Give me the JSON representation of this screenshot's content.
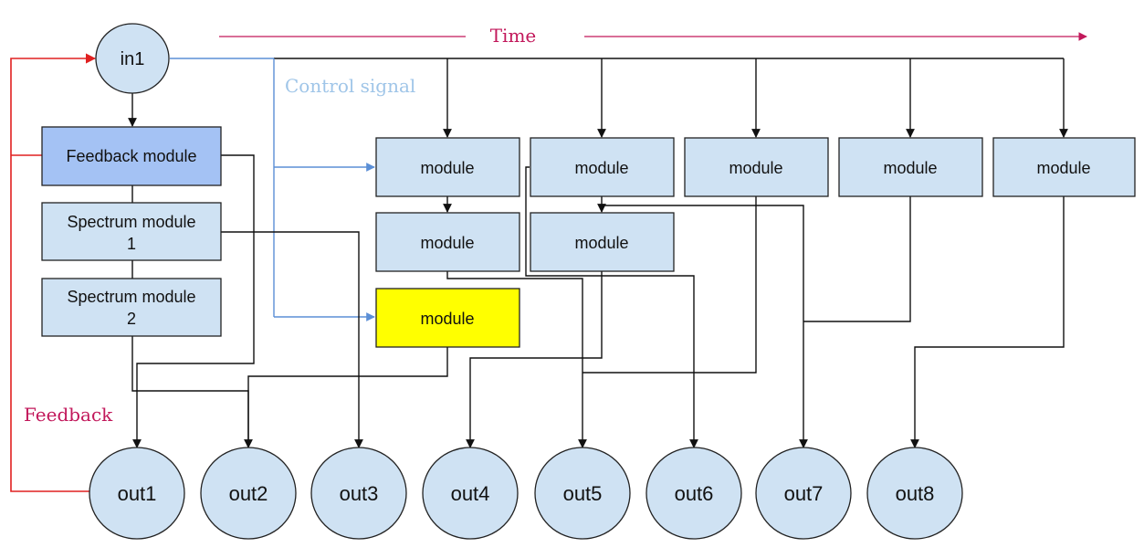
{
  "labels": {
    "time": "Time",
    "control_signal": "Control signal",
    "feedback": "Feedback"
  },
  "colors": {
    "module_fill": "#cfe2f3",
    "feedback_module_fill": "#a4c2f4",
    "highlight_module_fill": "#ffff00",
    "node_fill": "#cfe2f3",
    "control_signal": "#5b8fd6",
    "feedback_line": "#e02020",
    "time_arrow": "#c2185b",
    "control_label": "#9fc5e8",
    "feedback_label": "#c2185b"
  },
  "input_node": {
    "label": "in1"
  },
  "feedback_module": {
    "label": "Feedback module"
  },
  "spectrum_modules": [
    {
      "line1": "Spectrum module",
      "line2": "1"
    },
    {
      "line1": "Spectrum module",
      "line2": "2"
    }
  ],
  "top_modules": [
    "module",
    "module",
    "module",
    "module",
    "module"
  ],
  "second_row_modules": [
    "module",
    "module"
  ],
  "highlight_module": {
    "label": "module"
  },
  "outputs": [
    "out1",
    "out2",
    "out3",
    "out4",
    "out5",
    "out6",
    "out7",
    "out8"
  ]
}
